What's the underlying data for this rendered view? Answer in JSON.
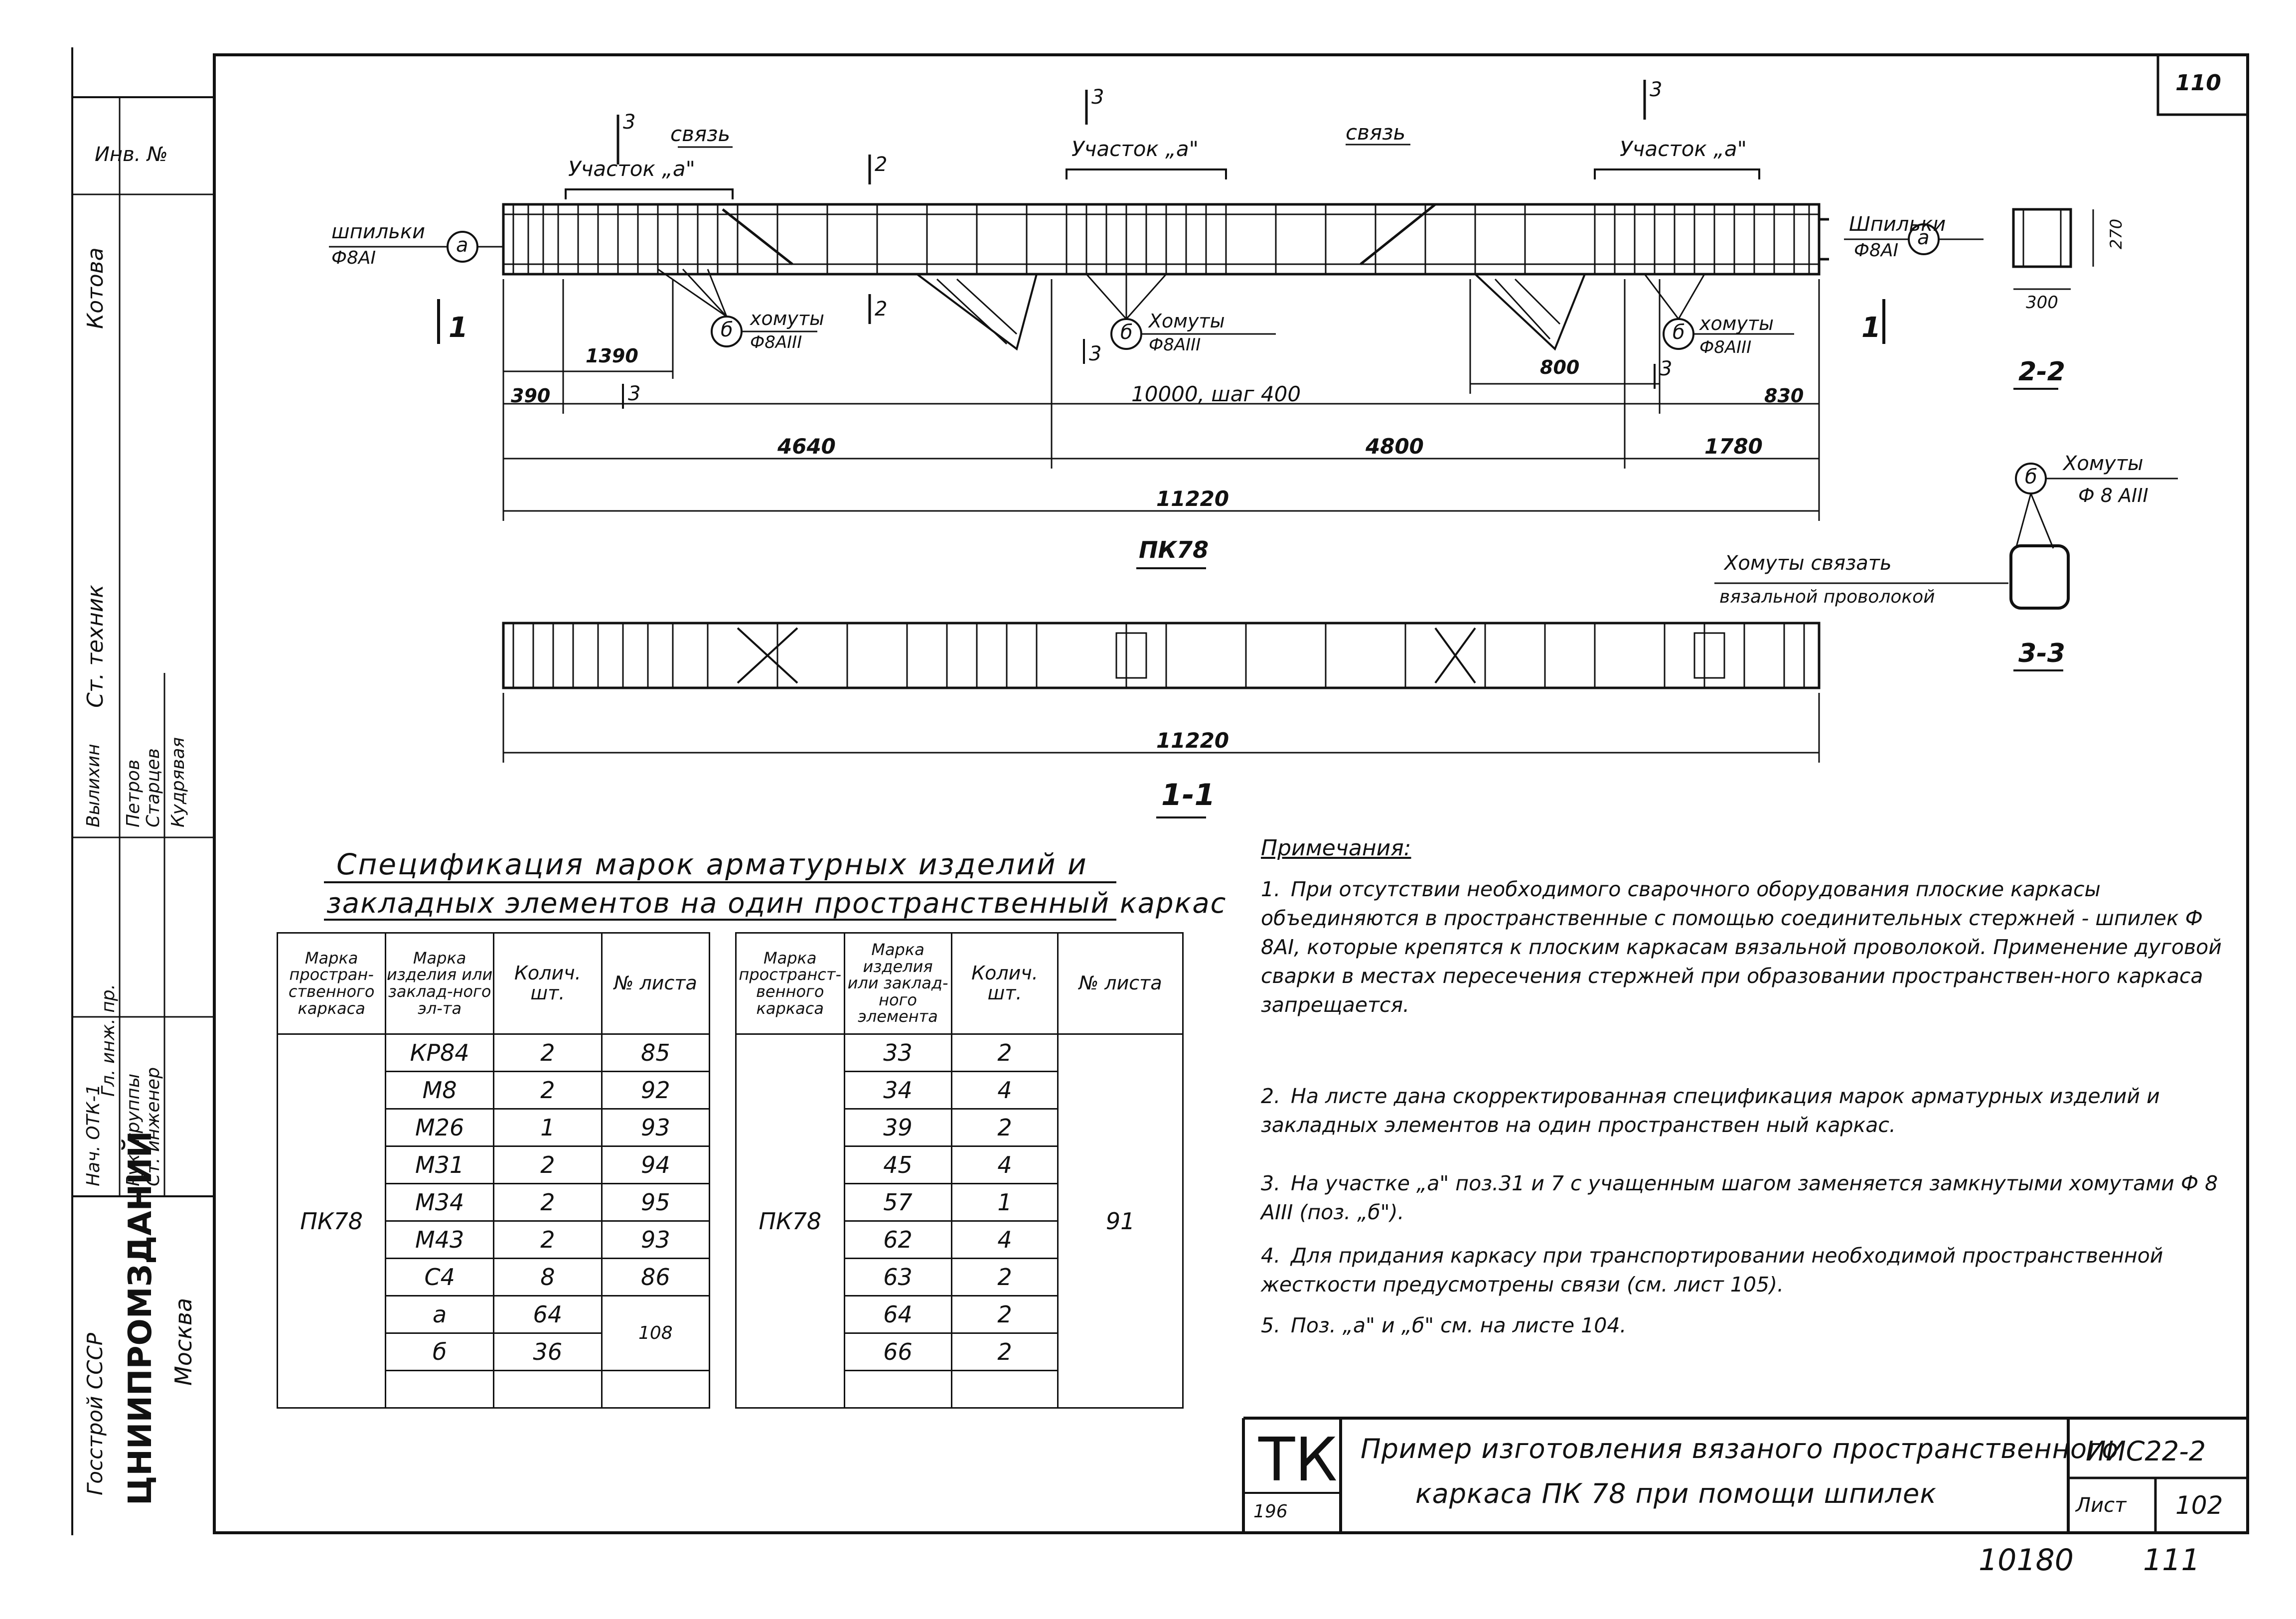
{
  "sheet": {
    "page_no": "110",
    "bottom_left_no": "10180",
    "bottom_right_no": "111"
  },
  "left_stamp": {
    "inv": "Инв. №",
    "col_positions": [
      "Нач. ОТК-1",
      "Гл. инж. пр.",
      "Рук. группы",
      "Ст. инженер"
    ],
    "col_names": [
      "Вылихин",
      "Петров",
      "Старцев",
      "Кудрявая"
    ],
    "sig_labels": [
      "Ст. техник",
      "Котова"
    ],
    "org1": "Госстрой СССР",
    "org2": "ЦНИИПРОМЗДАНИЙ",
    "org3": "Москва"
  },
  "drawing": {
    "labels": {
      "shpilki_left": "шпильки",
      "shpilki_left_dia": "Ф8АI",
      "shpilki_right": "Шпильки",
      "shpilki_right_dia": "Ф8АI",
      "circle_a": "а",
      "circle_b": "б",
      "uchastok_a_left": "Участок „а\"",
      "uchastok_a_mid": "Участок „а\"",
      "uchastok_a_right": "Участок „а\"",
      "svyaz_left": "связь",
      "svyaz_mid": "связь",
      "homuty": "хомуты",
      "homuty_dia": "Ф8АIII",
      "homuty2": "Хомуты",
      "homuty2_dia": "Ф8АIII",
      "homuty3": "хомуты",
      "homuty3_dia": "Ф8АIII",
      "sec1": "1",
      "sec2": "2",
      "sec3": "3",
      "dim_1390": "1390",
      "dim_390": "390",
      "dim_10000": "10000,  шаг 400",
      "dim_800": "800",
      "dim_830": "830",
      "dim_4640": "4640",
      "dim_4800": "4800",
      "dim_1780": "1780",
      "dim_11220": "11220",
      "dim_11220b": "11220",
      "pk78": "ПК78",
      "view_1_1": "1-1",
      "view_2_2": "2-2",
      "view_3_3": "3-3",
      "dim_270": "270",
      "dim_300": "300",
      "homuty_sec": "Хомуты",
      "homuty_sec_dia": "Ф 8 АIII",
      "tie_note_1": "Хомуты связать",
      "tie_note_2": "вязальной проволокой"
    }
  },
  "spec": {
    "title_1": "Спецификация марок арматурных изделий и",
    "title_2": "закладных элементов на один пространственный каркас",
    "headers": [
      "Марка простран-ственного каркаса",
      "Марка изделия или заклад-ного эл-та",
      "Колич. шт.",
      "№ листа"
    ],
    "headers_right": [
      "Марка пространст-венного каркаса",
      "Марка изделия или заклад-ного элемента",
      "Колич. шт.",
      "№ листа"
    ],
    "frame": "ПК78",
    "left_rows": [
      [
        "КР84",
        "2",
        "85"
      ],
      [
        "М8",
        "2",
        "92"
      ],
      [
        "М26",
        "1",
        "93"
      ],
      [
        "М31",
        "2",
        "94"
      ],
      [
        "М34",
        "2",
        "95"
      ],
      [
        "М43",
        "2",
        "93"
      ],
      [
        "С4",
        "8",
        "86"
      ],
      [
        "а",
        "64",
        "108"
      ],
      [
        "б",
        "36",
        ""
      ],
      [
        "",
        "",
        ""
      ]
    ],
    "right_rows": [
      [
        "33",
        "2"
      ],
      [
        "34",
        "4"
      ],
      [
        "39",
        "2"
      ],
      [
        "45",
        "4"
      ],
      [
        "57",
        "1"
      ],
      [
        "62",
        "4"
      ],
      [
        "63",
        "2"
      ],
      [
        "64",
        "2"
      ],
      [
        "66",
        "2"
      ],
      [
        "",
        ""
      ]
    ],
    "right_sheet": "91"
  },
  "notes": {
    "heading": "Примечания:",
    "items": [
      "При отсутствии необходимого сварочного оборудования плоские каркасы объединяются в пространственные с помощью соединительных стержней - шпилек Ф 8АI, которые крепятся к плоским каркасам вязальной проволокой. Применение дуговой сварки в местах пересечения стержней при образовании пространствен-ного каркаса запрещается.",
      "На листе дана скорректированная спецификация марок арматурных изделий и закладных элементов на один пространствен ный каркас.",
      "На участке „а\" поз.31 и 7 с учащенным шагом заменяется замкнутыми хомутами Ф 8 АIII (поз. „б\").",
      "Для придания каркасу при транспортировании необходимой пространственной жесткости предусмотрены связи (см. лист 105).",
      "Поз. „а\" и „б\" см. на листе 104."
    ],
    "nums": [
      "1.",
      "2.",
      "3.",
      "4.",
      "5."
    ]
  },
  "title_block": {
    "tk": "ТК",
    "tk_no": "196",
    "title_1": "Пример изготовления вязаного пространственного",
    "title_2": "каркаса ПК 78 при помощи шпилек",
    "series": "ИИС22-2",
    "list_label": "Лист",
    "list_no": "102"
  }
}
